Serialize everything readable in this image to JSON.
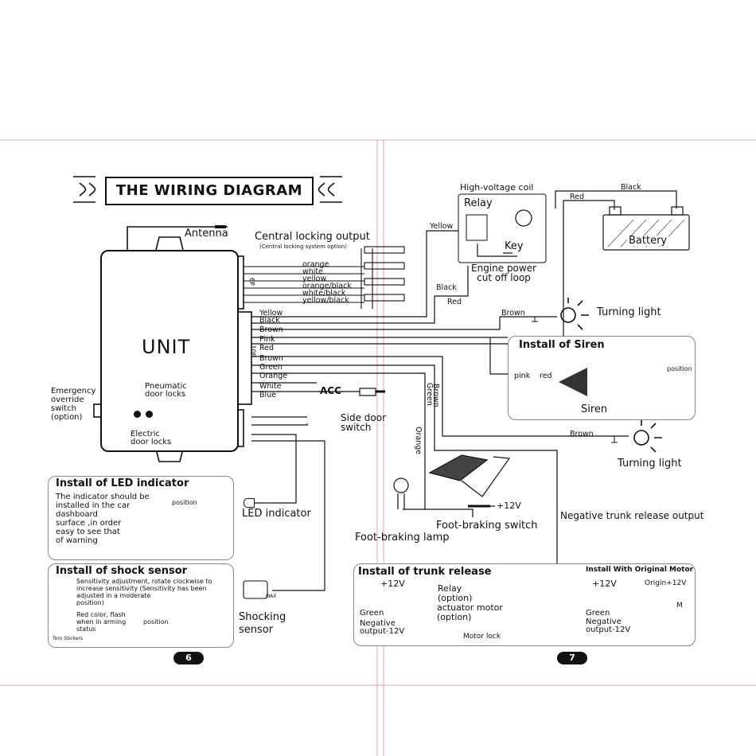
{
  "title": "THE WIRING DIAGRAM",
  "unit": {
    "label": "UNIT",
    "antenna": "Antenna",
    "emergency_switch": "Emergency\noverride\nswitch\n(option)",
    "pneumatic": "Pneumatic\ndoor locks",
    "electric": "Electric\ndoor locks",
    "connector_6p": "6P",
    "connector_10p": "10P"
  },
  "central_locking": {
    "title": "Central locking output",
    "subtitle": "(Central locking system option)",
    "wires": [
      "orange",
      "white",
      "yellow",
      "orange/black",
      "white/black",
      "yellow/black"
    ]
  },
  "main_wires": [
    "Yellow",
    "Black",
    "Brown",
    "Pink",
    "Red",
    "Brown",
    "Green",
    "Orange",
    "White",
    "Blue"
  ],
  "acc": "ACC",
  "side_door": "Side door\nswitch",
  "high_voltage": {
    "coil": "High-voltage coil",
    "relay": "Relay",
    "key": "Key",
    "engine_cut": "Engine power\ncut off loop",
    "yellow": "Yellow",
    "black": "Black",
    "red": "Red"
  },
  "battery": {
    "label": "Battery",
    "red": "Red",
    "black": "Black"
  },
  "turning_light_top": {
    "label": "Turning light",
    "wire": "Brown"
  },
  "siren": {
    "title": "Install of Siren",
    "label": "Siren",
    "pink": "pink",
    "red": "red",
    "position": "position"
  },
  "vertical_labels": {
    "brown": "Brown",
    "green": "Green",
    "orange": "Orange"
  },
  "turning_light_bottom": {
    "label": "Turning light",
    "wire": "Brown"
  },
  "foot_brake": {
    "switch": "Foot-braking switch",
    "lamp": "Foot-braking lamp",
    "v12": "+12V"
  },
  "negative_trunk": "Negative trunk release output",
  "led_panel": {
    "title": "Install of LED indicator",
    "text": "The indicator should be\ninstalled in the car\ndashboard\nsurface ,in order\neasy to see that\nof warning",
    "position": "position"
  },
  "led_indicator": "LED indicator",
  "shock_panel": {
    "title": "Install of shock sensor",
    "text": "Sensitivity adjustment, rotate clockwise to\nincrease sensitivity (Sensitivity has been\nadjusted in a moderate\nposition)",
    "flash": "Red color, flash\nwhen in arming\nstatus",
    "torn": "Torn Stickers",
    "position": "position",
    "max": "MAX"
  },
  "shocking_sensor": "Shocking\nsensor",
  "trunk_panel": {
    "title": "Install of trunk release",
    "v12": "+12V",
    "relay": "Relay\n(option)",
    "actuator": "actuator motor\n(option)",
    "green": "Green",
    "negative": "Negative\noutput-12V",
    "motor_lock": "Motor lock",
    "original_title": "Install With Original Motor",
    "orig_v12": "+12V",
    "origin": "Origin+12V",
    "orig_green": "Green",
    "orig_negative": "Negative\noutput-12V",
    "m": "M"
  },
  "pages": {
    "left": "6",
    "right": "7"
  }
}
